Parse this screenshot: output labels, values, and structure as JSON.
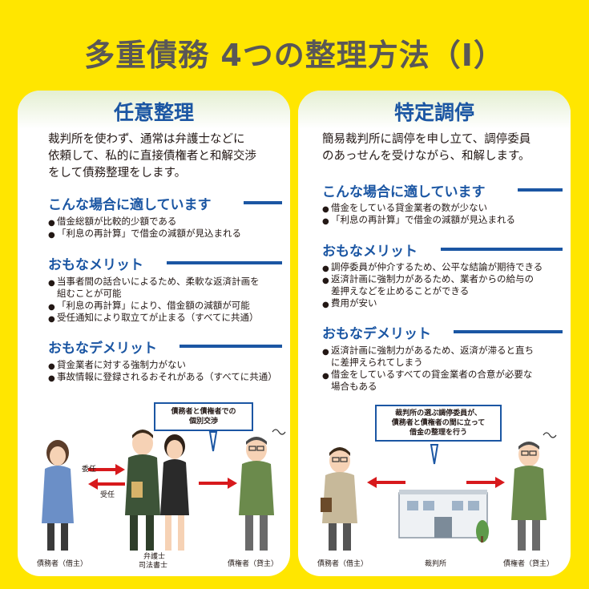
{
  "title": "多重債務 4つの整理方法（Ⅰ）",
  "left": {
    "heading": "任意整理",
    "intro": [
      "裁判所を使わず、通常は弁護士などに",
      "依頼して、私的に直接債権者と和解交渉",
      "をして債務整理をします。"
    ],
    "suitable_heading": "こんな場合に適しています",
    "suitable": [
      "借金総額が比較的少額である",
      "「利息の再計算」で借金の減額が見込まれる"
    ],
    "merit_heading": "おもなメリット",
    "merits": [
      [
        "当事者間の話合いによるため、柔軟な返済計画を",
        "組むことが可能"
      ],
      [
        "「利息の再計算」により、借金額の減額が可能"
      ],
      [
        "受任通知により取立てが止まる（すべてに共通）"
      ]
    ],
    "demerit_heading": "おもなデメリット",
    "demerits": [
      "貸金業者に対する強制力がない",
      "事故情報に登録されるおそれがある（すべてに共通）"
    ],
    "bubble": [
      "債務者と債権者での",
      "個別交渉"
    ],
    "arrow_top": "委任",
    "arrow_bottom": "受任",
    "captions": {
      "debtor": "債務者（借主）",
      "lawyer1": "弁護士",
      "lawyer2": "司法書士",
      "creditor": "債権者（貸主）"
    }
  },
  "right": {
    "heading": "特定調停",
    "intro": [
      "簡易裁判所に調停を申し立て、調停委員",
      "のあっせんを受けながら、和解します。"
    ],
    "suitable_heading": "こんな場合に適しています",
    "suitable": [
      "借金をしている貸金業者の数が少ない",
      "「利息の再計算」で借金の減額が見込まれる"
    ],
    "merit_heading": "おもなメリット",
    "merits": [
      [
        "調停委員が仲介するため、公平な結論が期待できる"
      ],
      [
        "返済計画に強制力があるため、業者からの給与の",
        "差押えなどを止めることができる"
      ],
      [
        "費用が安い"
      ]
    ],
    "demerit_heading": "おもなデメリット",
    "demerits": [
      [
        "返済計画に強制力があるため、返済が滞ると直ち",
        "に差押えられてしまう"
      ],
      [
        "借金をしているすべての貸金業者の合意が必要な",
        "場合もある"
      ]
    ],
    "bubble": [
      "裁判所の選ぶ調停委員が、",
      "債務者と債権者の間に立って",
      "借金の整理を行う"
    ],
    "captions": {
      "debtor": "債務者（借主）",
      "court": "裁判所",
      "creditor": "債権者（貸主）"
    }
  },
  "colors": {
    "background": "#FFE600",
    "accent": "#1B56A3",
    "arrow": "#D7191C",
    "title": "#595757"
  }
}
